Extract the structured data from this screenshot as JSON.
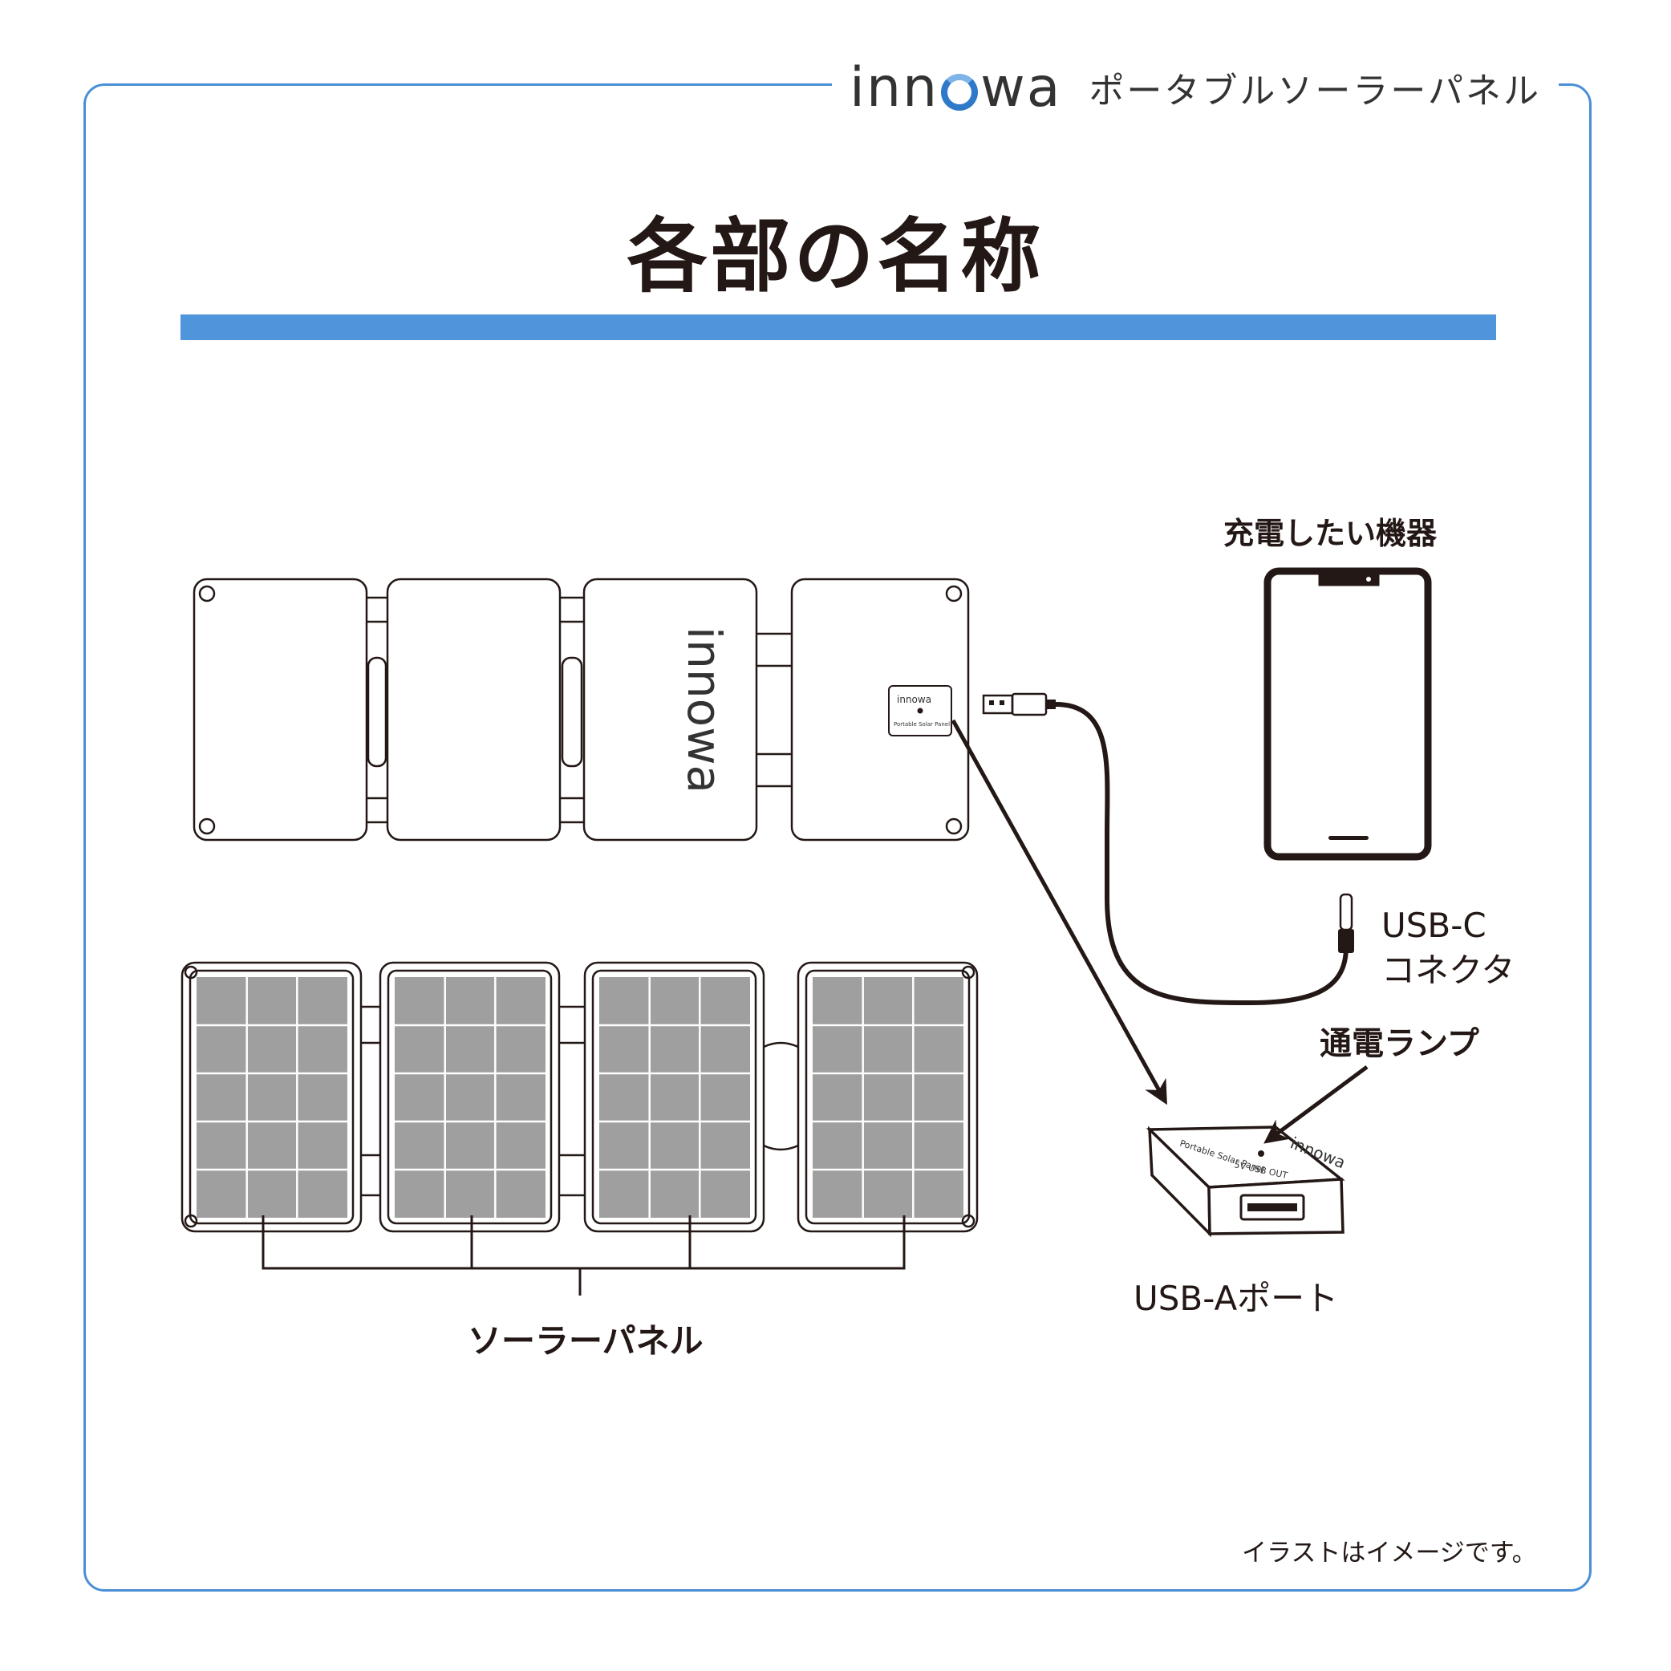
{
  "header": {
    "brand": "innowa",
    "brand_prefix": "inn",
    "brand_suffix": "wa",
    "product": "ポータブルソーラーパネル"
  },
  "title": "各部の名称",
  "labels": {
    "device": "充電したい機器",
    "usb_c_line1": "USB-C",
    "usb_c_line2": "コネクタ",
    "lamp": "通電ランプ",
    "usb_a": "USB-Aポート",
    "solar": "ソーラーパネル",
    "note": "イラストはイメージです。"
  },
  "panel_text": {
    "logo": "innowa",
    "box_model": "Portable Solar Panel",
    "box_output": "5V USB OUT"
  },
  "colors": {
    "accent": "#4f95db",
    "frame": "#4a8fd6",
    "ink": "#231815",
    "cell": "#9f9f9f"
  }
}
